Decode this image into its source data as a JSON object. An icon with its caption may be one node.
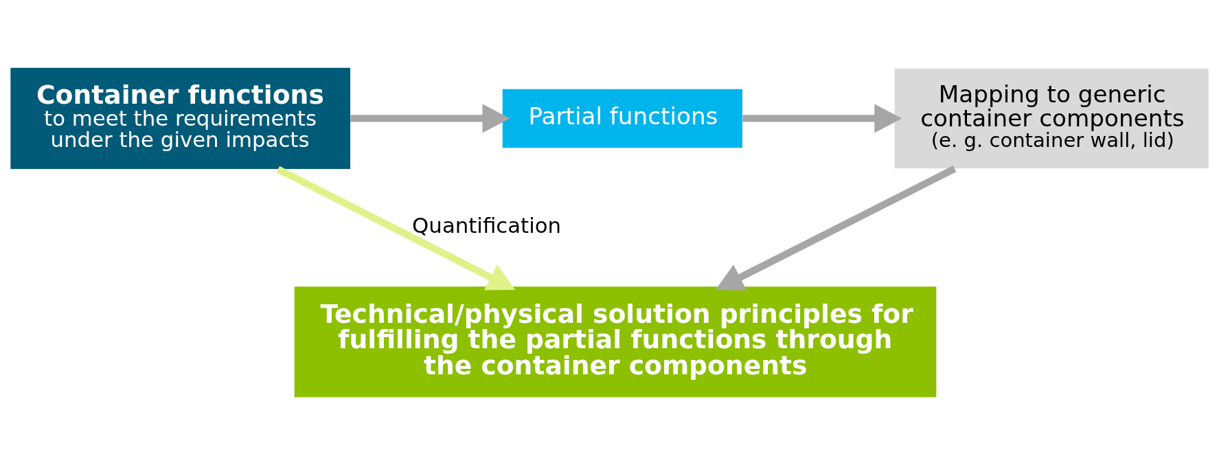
{
  "diagram": {
    "nodes": [
      {
        "text": [
          "Container functions",
          "to meet the requirements under the given impacts"
        ]
      },
      {
        "text": [
          "Partial functions"
        ]
      },
      {
        "text": [
          "Mapping to generic container components",
          "(e. g. container wall, lid)"
        ]
      },
      {
        "text": [
          "Technical/physical solution principles for fulfilling the partial functions through the container components"
        ]
      }
    ],
    "edges": [
      {
        "from": 0,
        "to": 1,
        "arrow": "to"
      },
      {
        "from": 1,
        "to": 2,
        "arrow": "to"
      },
      {
        "from": 0,
        "to": 3,
        "arrow": "to",
        "label": "Quantification",
        "color": "#dff28a"
      },
      {
        "from": 2,
        "to": 3,
        "arrow": "to"
      }
    ]
  }
}
